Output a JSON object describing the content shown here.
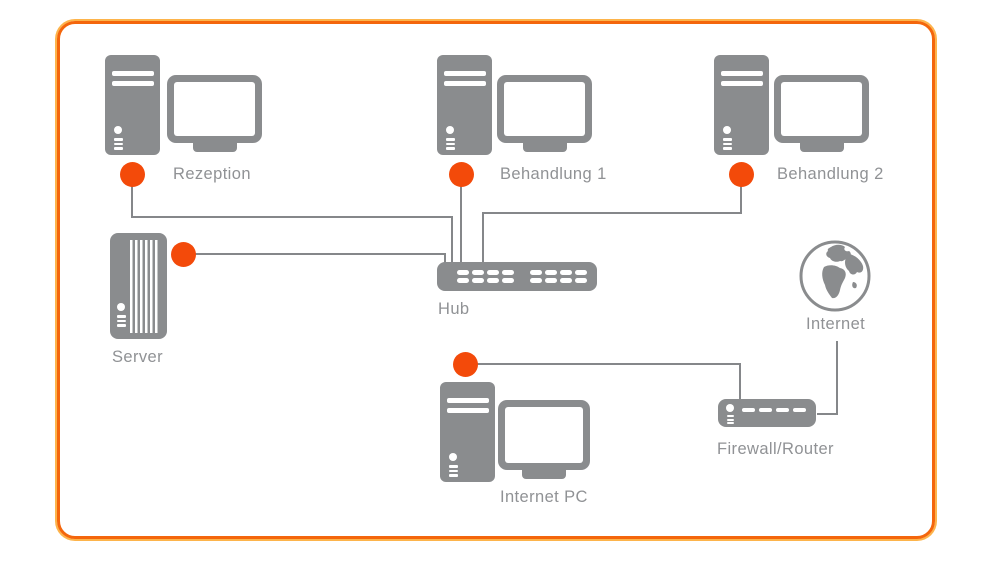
{
  "diagram": {
    "type": "network-topology",
    "nodes": {
      "rezeption": {
        "label": "Rezeption",
        "kind": "workstation"
      },
      "behandlung1": {
        "label": "Behandlung 1",
        "kind": "workstation"
      },
      "behandlung2": {
        "label": "Behandlung 2",
        "kind": "workstation"
      },
      "server": {
        "label": "Server",
        "kind": "server-tower"
      },
      "hub": {
        "label": "Hub",
        "kind": "network-hub"
      },
      "internet": {
        "label": "Internet",
        "kind": "globe"
      },
      "firewall": {
        "label": "Firewall/Router",
        "kind": "router"
      },
      "internet_pc": {
        "label": "Internet PC",
        "kind": "workstation"
      }
    },
    "edges": [
      {
        "from": "rezeption",
        "to": "hub"
      },
      {
        "from": "behandlung1",
        "to": "hub"
      },
      {
        "from": "behandlung2",
        "to": "hub"
      },
      {
        "from": "server",
        "to": "hub"
      },
      {
        "from": "internet_pc",
        "to": "firewall"
      },
      {
        "from": "internet",
        "to": "firewall"
      }
    ],
    "colors": {
      "frame": "#f4660c",
      "frame_glow": "#fdb44b",
      "device": "#8a8c8e",
      "screen": "#ffffff",
      "label": "#909295",
      "wire": "#85878a",
      "dot": "#f34a0a",
      "background": "#ffffff"
    }
  }
}
